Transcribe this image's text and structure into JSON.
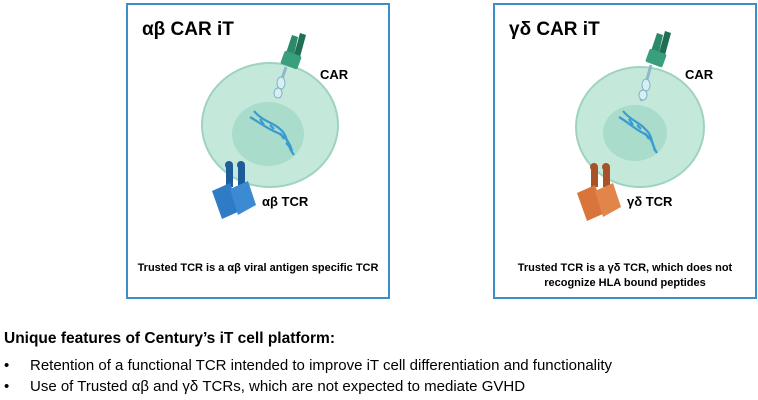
{
  "panels": [
    {
      "title": "αβ CAR iT",
      "car_label": "CAR",
      "tcr_label": "αβ TCR",
      "caption": "Trusted TCR is a αβ viral antigen specific TCR",
      "colors": {
        "tcr": "#2f7bc4",
        "car": "#2a8a6a",
        "cell": "#bfe6d8"
      }
    },
    {
      "title": "γδ CAR iT",
      "car_label": "CAR",
      "tcr_label": "γδ TCR",
      "caption": "Trusted TCR is a γδ TCR, which does not recognize HLA bound peptides",
      "colors": {
        "tcr": "#d9753a",
        "car": "#2a8a6a",
        "cell": "#bfe6d8"
      }
    }
  ],
  "features": {
    "heading": "Unique features of Century’s iT cell platform:",
    "items": [
      "Retention of a functional TCR intended to improve iT cell differentiation and functionality",
      "Use of Trusted αβ and γδ TCRs, which are not expected to mediate GVHD"
    ],
    "bullet": "•"
  }
}
